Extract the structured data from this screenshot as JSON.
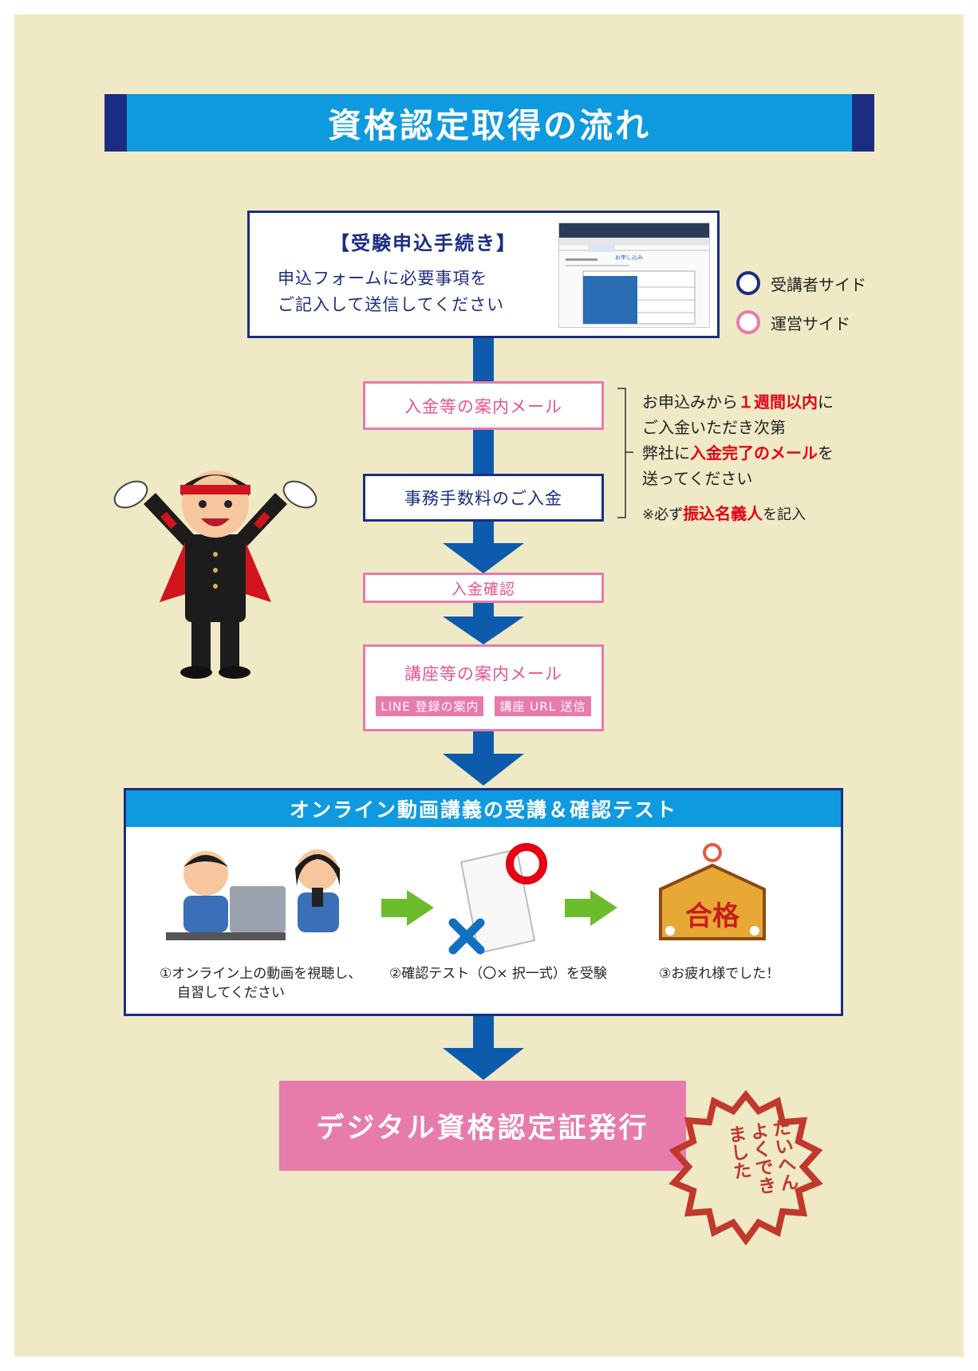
{
  "title": "資格認定取得の流れ",
  "apply": {
    "heading": "【受験申込手続き】",
    "line1": "申込フォームに必要事項を",
    "line2": "ご記入して送信してください",
    "thumb_title": "お申し込み"
  },
  "legend": {
    "applicant": "受講者サイド",
    "operator": "運営サイド",
    "applicant_color": "#1b2d82",
    "operator_color": "#e77bac"
  },
  "steps": {
    "payment_mail": "入金等の案内メール",
    "fee_payment": "事務手数料のご入金",
    "payment_confirm": "入金確認",
    "course_mail": "講座等の案内メール",
    "tag_line": "LINE 登録の案内",
    "tag_url": "講座 URL 送信"
  },
  "note": {
    "l1_a": "お申込みから",
    "l1_red": "１週間以内",
    "l1_b": "に",
    "l2": "ご入金いただき次第",
    "l3_a": "弊社に",
    "l3_red": "入金完了のメール",
    "l3_b": "を",
    "l4": "送ってください",
    "l5_a": "※必ず",
    "l5_red": "振込名義人",
    "l5_b": "を記入"
  },
  "online": {
    "heading": "オンライン動画講義の受講＆確認テスト",
    "step1_a": "①オンライン上の動画を視聴し、",
    "step1_b": "自習してください",
    "step2": "②確認テスト（〇× 択一式）を受験",
    "step3": "③お疲れ様でした！",
    "pass_sign": "合格"
  },
  "final": "デジタル資格認定証発行",
  "stamp": [
    "たいへん",
    "よくでき",
    "ました"
  ],
  "icons": {
    "flow_arrow": "arrow-down-icon",
    "step_arrow": "green-arrow-right-icon",
    "test_paper": "test-paper-icon",
    "pass_plaque": "pass-plaque-icon"
  }
}
